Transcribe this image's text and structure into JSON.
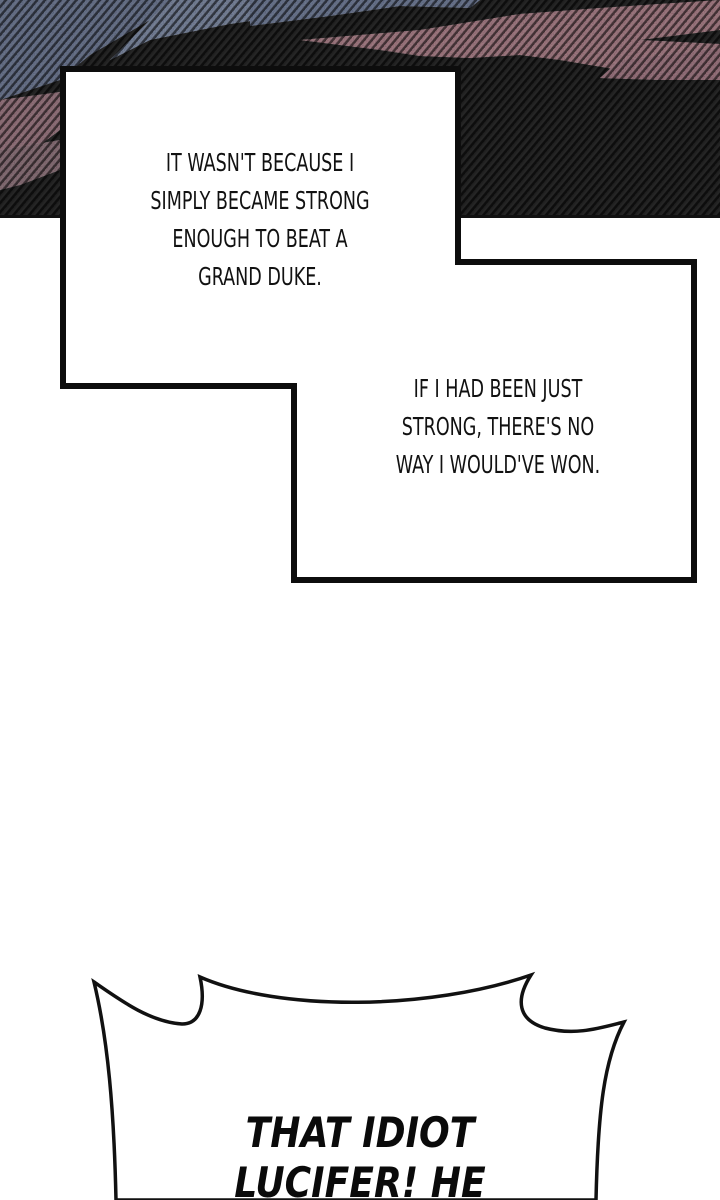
{
  "panel_top": {
    "description": "dark hatched illustration with blue-grey and pink textured shapes",
    "colors": {
      "base": "#1c1c1c",
      "blue_grey": "#6f7a93",
      "pink": "#a87c86"
    }
  },
  "narration_boxes": [
    {
      "id": "box-1",
      "lines": [
        "IT WASN'T BECAUSE I",
        "SIMPLY BECAME STRONG",
        "ENOUGH TO BEAT A",
        "GRAND DUKE."
      ]
    },
    {
      "id": "box-2",
      "lines": [
        "IF I HAD BEEN JUST",
        "STRONG, THERE'S NO",
        "WAY I WOULD'VE WON."
      ]
    }
  ],
  "speech_bubble": {
    "style": "shout",
    "lines": [
      "THAT IDIOT",
      "LUCIFER! HE"
    ]
  },
  "colors": {
    "background": "#ffffff",
    "ink": "#111111"
  }
}
